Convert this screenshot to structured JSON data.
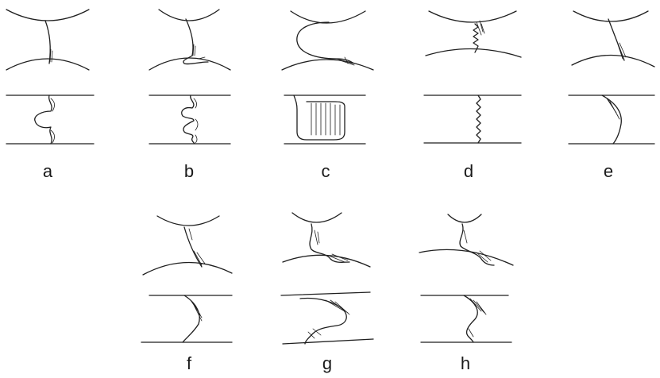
{
  "diagram": {
    "panels": [
      {
        "id": "a",
        "label": "a"
      },
      {
        "id": "b",
        "label": "b"
      },
      {
        "id": "c",
        "label": "c"
      },
      {
        "id": "d",
        "label": "d"
      },
      {
        "id": "e",
        "label": "e"
      },
      {
        "id": "f",
        "label": "f"
      },
      {
        "id": "g",
        "label": "g"
      },
      {
        "id": "h",
        "label": "h"
      }
    ]
  }
}
